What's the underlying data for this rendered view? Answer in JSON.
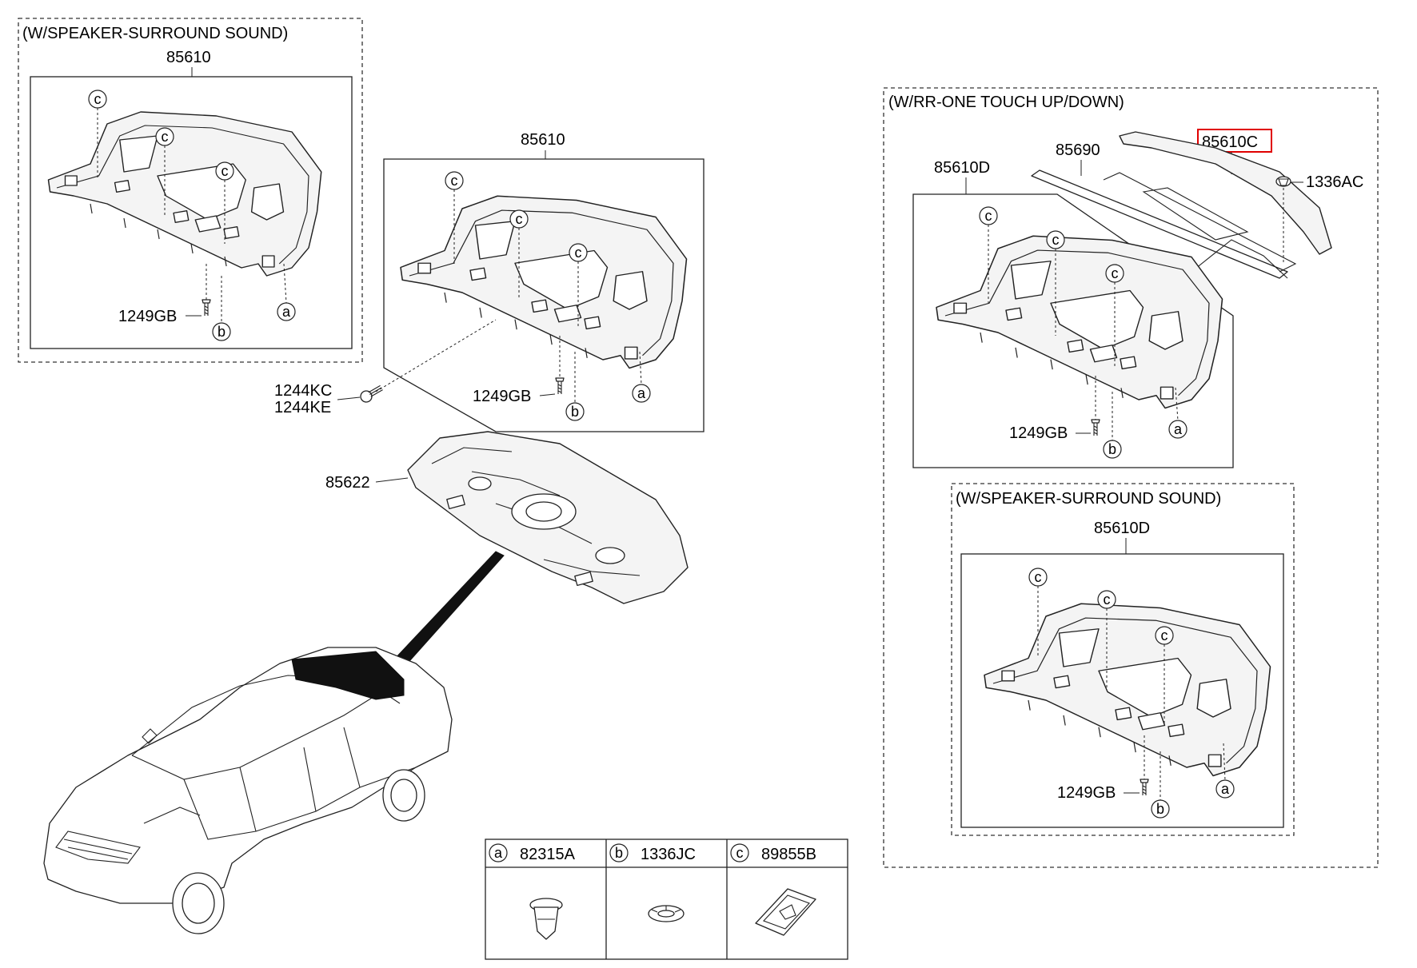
{
  "groups": {
    "top_left_note": "(W/SPEAKER-SURROUND SOUND)",
    "right_note": "(W/RR-ONE TOUCH UP/DOWN)",
    "right_inner_note": "(W/SPEAKER-SURROUND SOUND)"
  },
  "parts": {
    "tl_shelf": "85610",
    "center_shelf": "85610",
    "screw_tl": "1249GB",
    "screw_center": "1249GB",
    "screw_right_top": "1249GB",
    "screw_right_bottom": "1249GB",
    "bolt_1": "1244KC",
    "bolt_2": "1244KE",
    "pad": "85622",
    "shade": "85690",
    "shade_cover": "85610C",
    "nut": "1336AC",
    "right_shelf_top": "85610D",
    "right_shelf_bottom": "85610D"
  },
  "callouts": {
    "a": "a",
    "b": "b",
    "c": "c"
  },
  "legend": [
    {
      "key": "a",
      "part": "82315A"
    },
    {
      "key": "b",
      "part": "1336JC"
    },
    {
      "key": "c",
      "part": "89855B"
    }
  ],
  "colors": {
    "highlight": "#e00000",
    "line": "#222222"
  }
}
